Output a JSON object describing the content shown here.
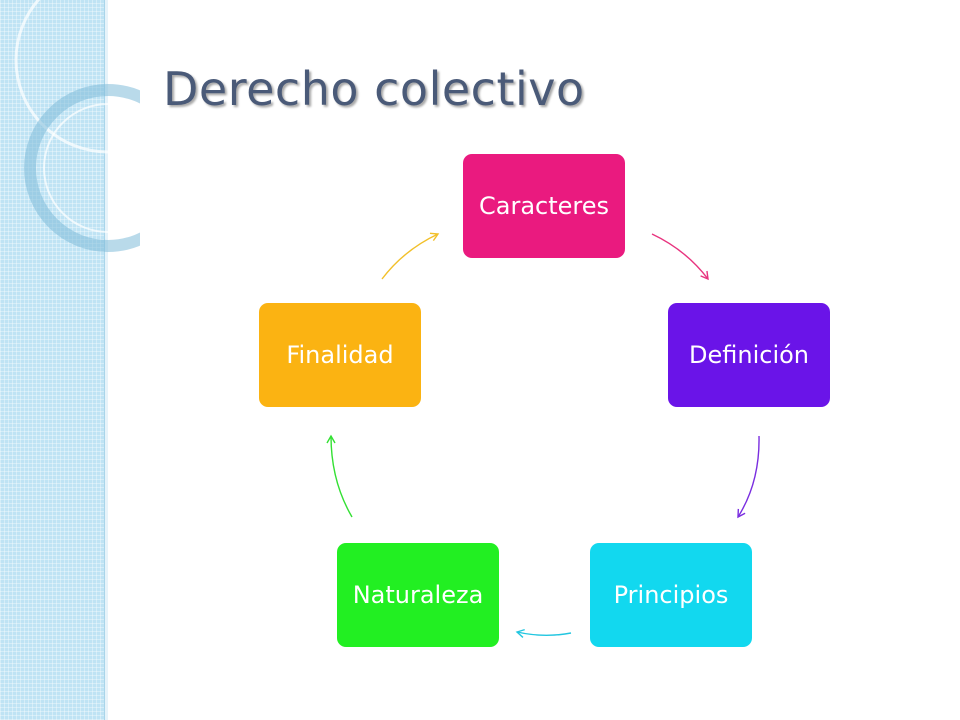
{
  "title": "Derecho colectivo",
  "colors": {
    "caracteres": "#ea1a7f",
    "definicion": "#6a14e8",
    "principios": "#12d8ef",
    "naturaleza": "#22ef22",
    "finalidad": "#fbb312"
  },
  "cycle": {
    "nodes": [
      {
        "label": "Caracteres",
        "color": "#ea1a7f"
      },
      {
        "label": "Definición",
        "color": "#6a14e8"
      },
      {
        "label": "Principios",
        "color": "#12d8ef"
      },
      {
        "label": "Naturaleza",
        "color": "#22ef22"
      },
      {
        "label": "Finalidad",
        "color": "#fbb312"
      }
    ],
    "arrow_colors": [
      "#e8347f",
      "#7a2ee0",
      "#22c6e0",
      "#33e033",
      "#f2c02a"
    ]
  }
}
